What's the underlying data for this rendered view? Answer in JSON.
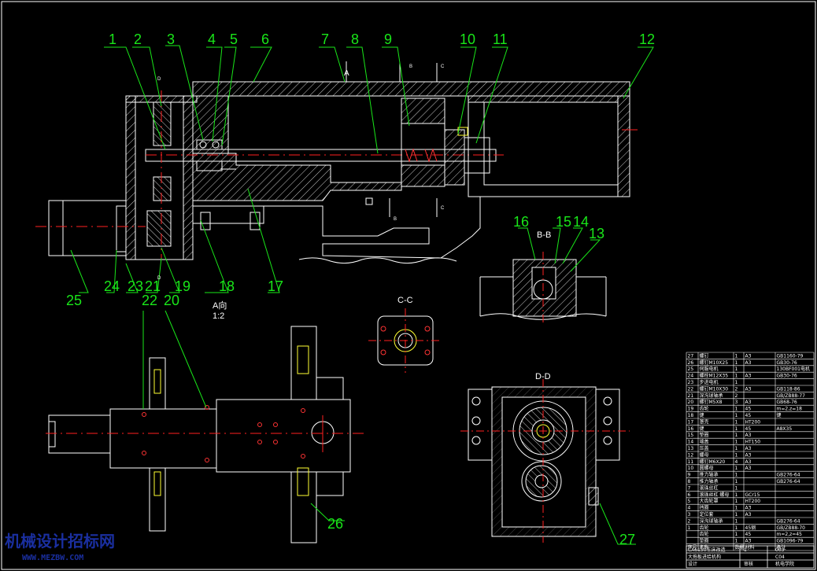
{
  "callouts": [
    "1",
    "2",
    "3",
    "4",
    "5",
    "6",
    "7",
    "8",
    "9",
    "10",
    "11",
    "12",
    "13",
    "14",
    "15",
    "16",
    "17",
    "18",
    "19",
    "20",
    "21",
    "22",
    "23",
    "24",
    "25",
    "26",
    "27"
  ],
  "section_labels": {
    "a": "A向",
    "a_scale": "1:2",
    "bb": "B-B",
    "cc": "C-C",
    "dd": "D-D",
    "cut_a": "A",
    "cut_b": "B",
    "cut_c": "C",
    "cut_d": "D"
  },
  "bom_rows": [
    {
      "no": "27",
      "name": "螺钉",
      "qty": "1",
      "mat": "A3",
      "std": "GB1160-79"
    },
    {
      "no": "26",
      "name": "螺钉M10X25",
      "qty": "1",
      "mat": "A3",
      "std": "GB30-76"
    },
    {
      "no": "25",
      "name": "伺服电机",
      "qty": "1",
      "mat": "",
      "std": "130BF001电机"
    },
    {
      "no": "24",
      "name": "螺栓M12X35",
      "qty": "1",
      "mat": "A3",
      "std": "GB30-76"
    },
    {
      "no": "23",
      "name": "步进电机",
      "qty": "1",
      "mat": "",
      "std": ""
    },
    {
      "no": "22",
      "name": "螺钉M10X30",
      "qty": "2",
      "mat": "A3",
      "std": "GB118-86"
    },
    {
      "no": "21",
      "name": "深沟球轴承",
      "qty": "2",
      "mat": "",
      "std": "GB/ZB88-77"
    },
    {
      "no": "20",
      "name": "螺钉M5X8",
      "qty": "3",
      "mat": "A3",
      "std": "GB68-76"
    },
    {
      "no": "19",
      "name": "齿轮",
      "qty": "1",
      "mat": "45",
      "std": "m=2,z=18"
    },
    {
      "no": "18",
      "name": "键",
      "qty": "1",
      "mat": "45",
      "std": "键"
    },
    {
      "no": "17",
      "name": "罩壳",
      "qty": "1",
      "mat": "HT200",
      "std": ""
    },
    {
      "no": "16",
      "name": "键",
      "qty": "1",
      "mat": "45",
      "std": "A8X35"
    },
    {
      "no": "15",
      "name": "垫圈",
      "qty": "1",
      "mat": "A3",
      "std": ""
    },
    {
      "no": "14",
      "name": "端盖",
      "qty": "1",
      "mat": "HT150",
      "std": ""
    },
    {
      "no": "13",
      "name": "压盖",
      "qty": "1",
      "mat": "A3",
      "std": ""
    },
    {
      "no": "12",
      "name": "螺母",
      "qty": "1",
      "mat": "A3",
      "std": ""
    },
    {
      "no": "11",
      "name": "螺钉M6X20",
      "qty": "4",
      "mat": "A3",
      "std": ""
    },
    {
      "no": "10",
      "name": "圆螺母",
      "qty": "1",
      "mat": "A3",
      "std": ""
    },
    {
      "no": "9",
      "name": "推力轴承",
      "qty": "1",
      "mat": "",
      "std": "GB276-64"
    },
    {
      "no": "8",
      "name": "推力轴承",
      "qty": "1",
      "mat": "",
      "std": "GB276-64"
    },
    {
      "no": "7",
      "name": "滚珠丝杠",
      "qty": "1",
      "mat": "",
      "std": ""
    },
    {
      "no": "6",
      "name": "滚珠丝杠 螺母",
      "qty": "1",
      "mat": "GCr15",
      "std": ""
    },
    {
      "no": "5",
      "name": "大齿轮罩",
      "qty": "1",
      "mat": "HT200",
      "std": ""
    },
    {
      "no": "4",
      "name": "挡圈",
      "qty": "1",
      "mat": "A3",
      "std": ""
    },
    {
      "no": "3",
      "name": "定位套",
      "qty": "1",
      "mat": "A3",
      "std": ""
    },
    {
      "no": "2",
      "name": "深沟球轴承",
      "qty": "1",
      "mat": "",
      "std": "GB276-64"
    },
    {
      "no": "1",
      "name": "齿轮",
      "qty": "1",
      "mat": "45钢",
      "std": "GB/ZB88-70"
    },
    {
      "no": "",
      "name": "齿轮",
      "qty": "1",
      "mat": "45",
      "std": "m=2,z=45"
    },
    {
      "no": "",
      "name": "垫圈",
      "qty": "1",
      "mat": "A3",
      "std": "GB1096-79"
    }
  ],
  "bom_header": {
    "no": "序号",
    "name": "名称",
    "qty": "数量",
    "mat": "材料",
    "std": "备注"
  },
  "title_block": {
    "title": "CA6150车床改造",
    "subtitle": "大拖板进给机构",
    "drawing_no": "C04",
    "sheet": "1",
    "scale": "003",
    "designer": "设计",
    "checker": "审核",
    "school": "机电学院"
  },
  "watermark": {
    "name": "机械设计招标网",
    "url": "WWW.MEZBW.COM"
  },
  "colors": {
    "outline": "#ffffff",
    "leader": "#19e619",
    "centerline": "#ff2020",
    "dims": "#ffff33",
    "watermark": "#1a2fa0"
  }
}
